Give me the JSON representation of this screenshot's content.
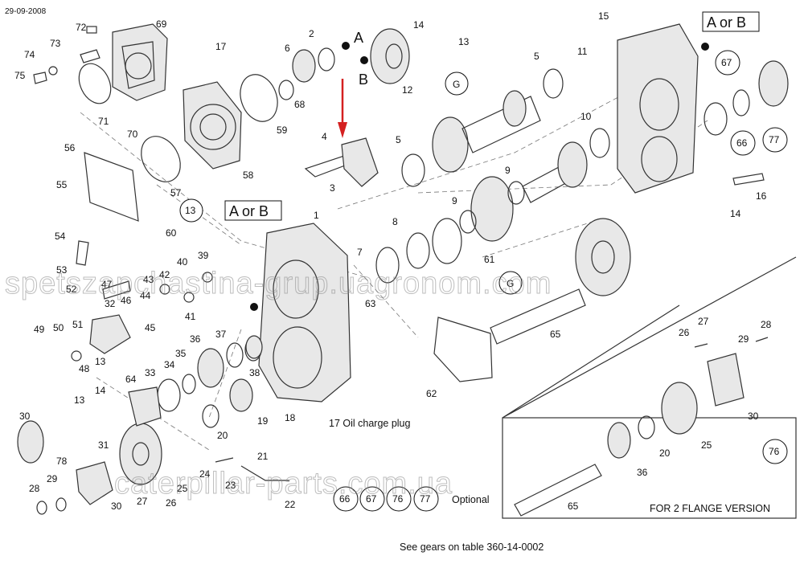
{
  "header": {
    "date": "29-09-2008"
  },
  "callouts": {
    "a_or_b_top": "A or B",
    "a_or_b_mid": "A or B",
    "point_a": "A",
    "point_b": "B",
    "group_g_top": "G",
    "group_g_mid": "G",
    "oil_plug": "17 Oil charge plug",
    "optional": "Optional",
    "flange_version": "FOR 2 FLANGE  VERSION",
    "see_gears": "See gears on table 360-14-0002"
  },
  "optional_circles": [
    "66",
    "67",
    "76",
    "77"
  ],
  "circled_parts": [
    "13",
    "67",
    "66",
    "77",
    "76"
  ],
  "part_numbers": {
    "p72": "72",
    "p69": "69",
    "p73": "73",
    "p74": "74",
    "p75": "75",
    "p71": "71",
    "p70": "70",
    "p56": "56",
    "p55": "55",
    "p60": "60",
    "p13c": "13",
    "p17": "17",
    "p59": "59",
    "p58": "58",
    "p57": "57",
    "p6": "6",
    "p2": "2",
    "p68": "68",
    "p14a": "14",
    "p13a": "13",
    "p12": "12",
    "p4": "4",
    "p3": "3",
    "p5a": "5",
    "p5b": "5",
    "p15": "15",
    "p11": "11",
    "p10": "10",
    "p16": "16",
    "p14b": "14",
    "p9a": "9",
    "p9b": "9",
    "p8": "8",
    "p7": "7",
    "p61": "61",
    "p63": "63",
    "p1": "1",
    "p65a": "65",
    "p62": "62",
    "p54": "54",
    "p53": "53",
    "p52": "52",
    "p47": "47",
    "p32": "32",
    "p43": "43",
    "p42": "42",
    "p40": "40",
    "p39": "39",
    "p46": "46",
    "p44": "44",
    "p45": "45",
    "p41": "41",
    "p49": "49",
    "p50": "50",
    "p51": "51",
    "p48": "48",
    "p37": "37",
    "p36": "36",
    "p35": "35",
    "p34": "34",
    "p33": "33",
    "p38": "38",
    "p13b": "13",
    "p14c": "14",
    "p64": "64",
    "p19": "19",
    "p18": "18",
    "p20a": "20",
    "p21": "21",
    "p24": "24",
    "p23": "23",
    "p22": "22",
    "p30a": "30",
    "p31": "31",
    "p78": "78",
    "p28a": "28",
    "p29a": "29",
    "p25a": "25",
    "p26a": "26",
    "p27a": "27",
    "p30b": "30",
    "p26b": "26",
    "p27b": "27",
    "p29b": "29",
    "p28b": "28",
    "p30c": "30",
    "p25b": "25",
    "p20b": "20",
    "p36b": "36",
    "p65b": "65"
  },
  "watermarks": {
    "top": "spetszapchastina-grup.uagronom.com",
    "bottom": "caterpillar-parts.com.ua"
  },
  "colors": {
    "arrow": "#d42020",
    "ink": "#222222",
    "background": "#ffffff"
  }
}
